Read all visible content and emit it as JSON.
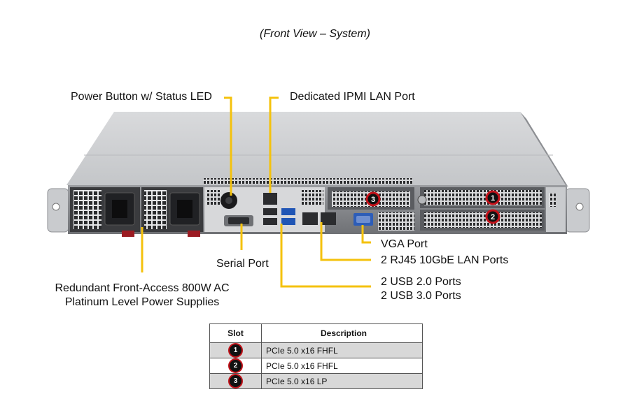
{
  "caption": "(Front View – System)",
  "callouts": {
    "power_button": "Power Button w/ Status LED",
    "ipmi": "Dedicated IPMI  LAN Port",
    "psu_line1": "Redundant Front-Access 800W AC",
    "psu_line2": "Platinum Level Power Supplies",
    "serial": "Serial Port",
    "vga": "VGA Port",
    "lan": "2 RJ45 10GbE LAN Ports",
    "usb2": "2 USB 2.0 Ports",
    "usb3": "2 USB 3.0 Ports"
  },
  "chassis_markers": [
    "1",
    "2",
    "3"
  ],
  "table": {
    "headers": {
      "slot": "Slot",
      "description": "Description"
    },
    "rows": [
      {
        "slot": "1",
        "description": "PCIe 5.0 x16 FHFL"
      },
      {
        "slot": "2",
        "description": "PCIe 5.0 x16 FHFL"
      },
      {
        "slot": "3",
        "description": "PCIe 5.0 x16 LP"
      }
    ]
  },
  "colors": {
    "leader": "#f4c20d",
    "badge_ring": "#c3121a",
    "badge_fill": "#111111"
  }
}
